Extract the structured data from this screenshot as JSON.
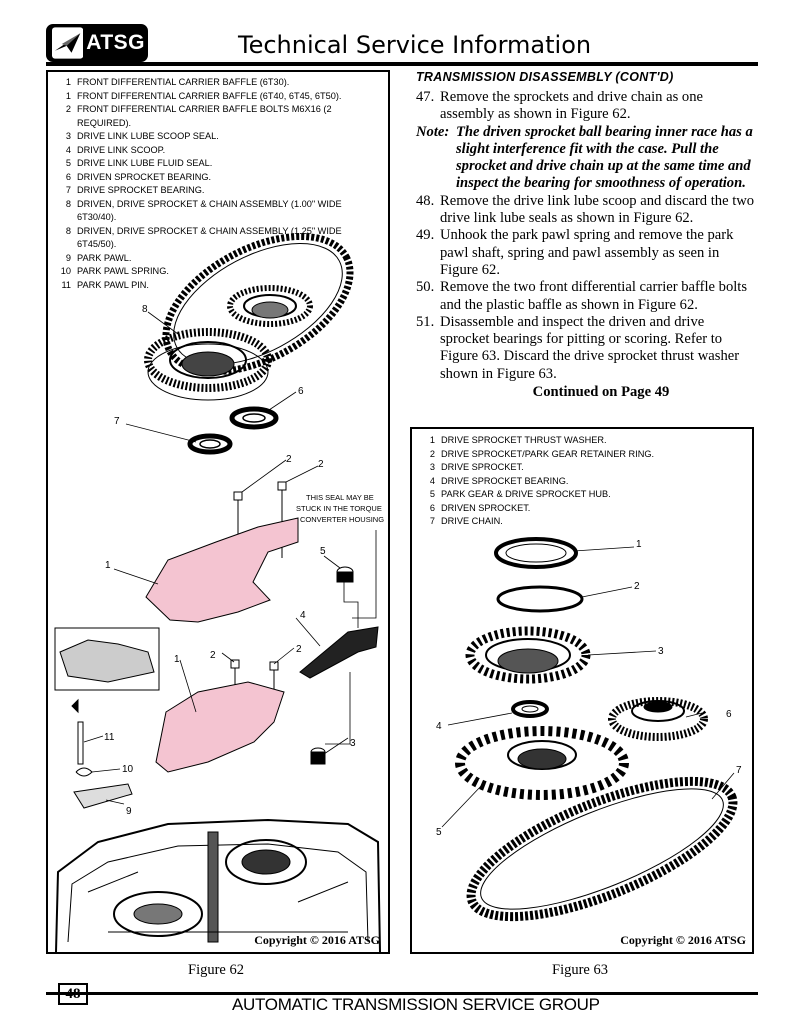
{
  "header": {
    "logo_text": "ATSG",
    "title": "Technical Service Information"
  },
  "figure62": {
    "legend": [
      {
        "num": "1",
        "text": "FRONT DIFFERENTIAL CARRIER BAFFLE (6T30)."
      },
      {
        "num": "1",
        "text": "FRONT DIFFERENTIAL CARRIER BAFFLE (6T40, 6T45, 6T50)."
      },
      {
        "num": "2",
        "text": "FRONT DIFFERENTIAL CARRIER BAFFLE BOLTS M6X16 (2 REQUIRED)."
      },
      {
        "num": "3",
        "text": "DRIVE LINK LUBE SCOOP SEAL."
      },
      {
        "num": "4",
        "text": "DRIVE LINK SCOOP."
      },
      {
        "num": "5",
        "text": "DRIVE LINK LUBE FLUID SEAL."
      },
      {
        "num": "6",
        "text": "DRIVEN SPROCKET BEARING."
      },
      {
        "num": "7",
        "text": "DRIVE SPROCKET BEARING."
      },
      {
        "num": "8",
        "text": "DRIVEN, DRIVE SPROCKET & CHAIN ASSEMBLY (1.00\" WIDE 6T30/40)."
      },
      {
        "num": "8",
        "text": "DRIVEN, DRIVE SPROCKET & CHAIN ASSEMBLY (1.25\" WIDE 6T45/50)."
      },
      {
        "num": "9",
        "text": "PARK PAWL."
      },
      {
        "num": "10",
        "text": "PARK PAWL SPRING."
      },
      {
        "num": "11",
        "text": "PARK PAWL PIN."
      }
    ],
    "note_line1": "THIS SEAL MAY BE",
    "note_line2": "STUCK IN  THE TORQUE",
    "note_line3": "CONVERTER HOUSING",
    "callouts": {
      "c1a": "1",
      "c1b": "1",
      "c2a": "2",
      "c2b": "2",
      "c2c": "2",
      "c2d": "2",
      "c3": "3",
      "c4": "4",
      "c5": "5",
      "c6": "6",
      "c7": "7",
      "c8": "8",
      "c9": "9",
      "c10": "10",
      "c11": "11"
    },
    "copyright": "Copyright © 2016 ATSG",
    "label": "Figure 62"
  },
  "section": {
    "heading": "TRANSMISSION DISASSEMBLY (CONT'D)",
    "step47_num": "47.",
    "step47": "Remove the sprockets and drive chain as one assembly as shown in Figure 62.",
    "note_label": "Note:",
    "note": "The driven sprocket ball bearing inner race has a slight interference fit with the case. Pull the sprocket and drive chain up at the same time and inspect the bearing for smoothness of operation.",
    "step48_num": "48.",
    "step48": "Remove the drive link lube scoop and discard the two drive link lube seals as shown in Figure 62.",
    "step49_num": "49.",
    "step49": "Unhook the park pawl spring and remove the park pawl shaft, spring and pawl assembly as seen in Figure 62.",
    "step50_num": "50.",
    "step50": "Remove the two front differential carrier baffle bolts and the plastic baffle as shown in Figure 62.",
    "step51_num": "51.",
    "step51": "Disassemble and inspect the driven and drive sprocket bearings for  pitting or scoring. Refer to Figure 63. Discard the drive sprocket thrust washer shown in Figure 63.",
    "continued": "Continued on Page 49"
  },
  "figure63": {
    "legend": [
      {
        "num": "1",
        "text": "DRIVE SPROCKET THRUST WASHER."
      },
      {
        "num": "2",
        "text": "DRIVE SPROCKET/PARK GEAR RETAINER RING."
      },
      {
        "num": "3",
        "text": "DRIVE SPROCKET."
      },
      {
        "num": "4",
        "text": "DRIVE SPROCKET BEARING."
      },
      {
        "num": "5",
        "text": "PARK GEAR & DRIVE SPROCKET HUB."
      },
      {
        "num": "6",
        "text": "DRIVEN SPROCKET."
      },
      {
        "num": "7",
        "text": "DRIVE CHAIN."
      }
    ],
    "callouts": {
      "c1": "1",
      "c2": "2",
      "c3": "3",
      "c4": "4",
      "c5": "5",
      "c6": "6",
      "c7": "7"
    },
    "copyright": "Copyright © 2016 ATSG",
    "label": "Figure 63"
  },
  "footer": {
    "page_number": "48",
    "text": "AUTOMATIC TRANSMISSION SERVICE GROUP"
  },
  "colors": {
    "baffle_pink": "#f4c4d1",
    "ink": "#000000"
  }
}
